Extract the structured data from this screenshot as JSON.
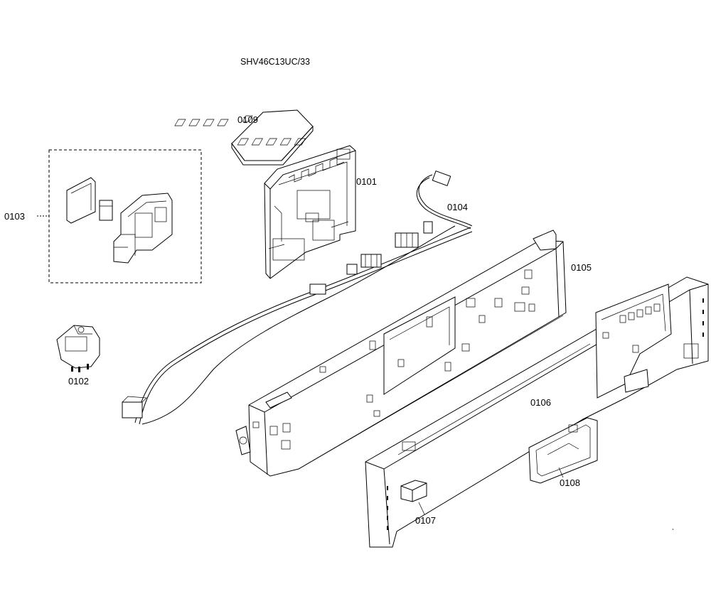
{
  "title": "SHV46C13UC/33",
  "parts": [
    {
      "id": "0101",
      "label": "0101"
    },
    {
      "id": "0102",
      "label": "0102"
    },
    {
      "id": "0103",
      "label": "0103"
    },
    {
      "id": "0104",
      "label": "0104"
    },
    {
      "id": "0105",
      "label": "0105"
    },
    {
      "id": "0106",
      "label": "0106"
    },
    {
      "id": "0107",
      "label": "0107"
    },
    {
      "id": "0108",
      "label": "0108"
    },
    {
      "id": "0109",
      "label": "0109"
    }
  ]
}
